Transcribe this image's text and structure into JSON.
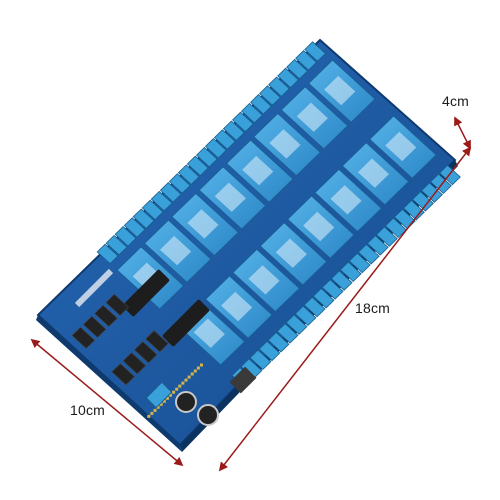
{
  "dimensions": {
    "length_label": "18cm",
    "width_label": "10cm",
    "height_label": "4cm",
    "arrow_color": "#9b1b1b"
  },
  "board": {
    "pcb_color": "#1e5ba8",
    "relay_color": "#2f8fcf",
    "terminal_color": "#3aa0da",
    "relay_count": 16
  }
}
